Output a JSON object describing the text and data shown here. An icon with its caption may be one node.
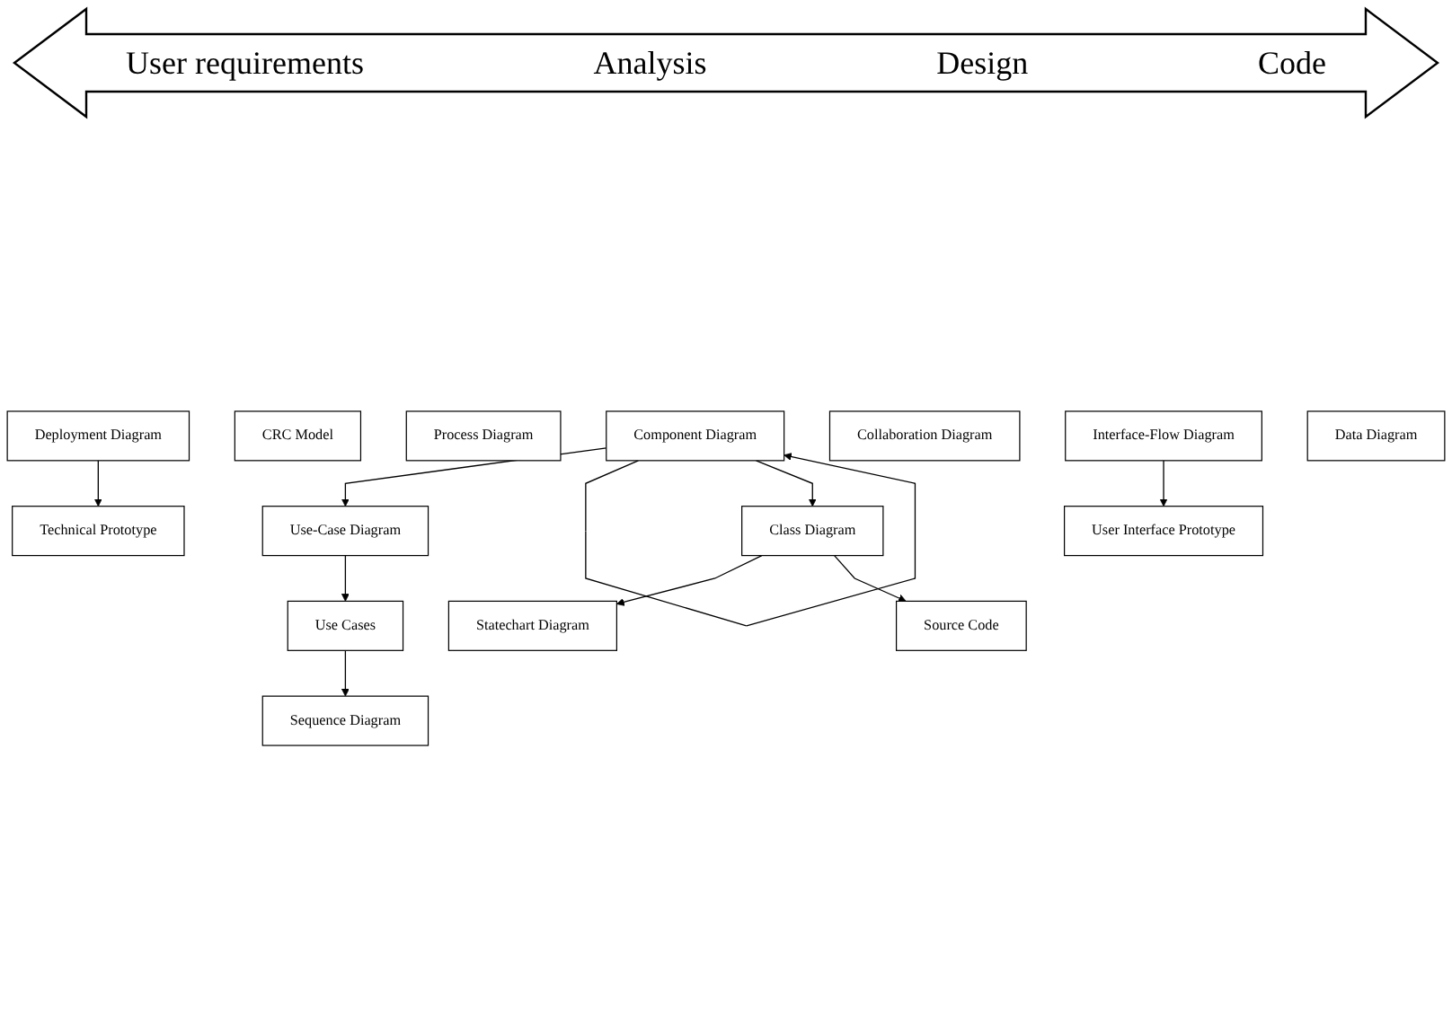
{
  "diagram": {
    "nodes": [
      {
        "text": [
          "Use-Case Diagram"
        ]
      },
      {
        "text": [
          "Component Diagram"
        ]
      },
      {
        "text": [
          "Class Diagram"
        ]
      },
      {
        "text": [
          "Statechart Diagram"
        ]
      },
      {
        "text": [
          "Use Cases"
        ]
      },
      {
        "text": [
          "Sequence Diagram"
        ]
      },
      {
        "text": [
          "Source Code"
        ]
      },
      {
        "text": [
          "CRC Model"
        ]
      },
      {
        "text": [
          "Process Diagram"
        ]
      },
      {
        "text": [
          "Deployment Diagram"
        ]
      },
      {
        "text": [
          "Collaboration Diagram"
        ]
      },
      {
        "text": [
          "Interface-Flow Diagram"
        ]
      },
      {
        "text": [
          "Technical Prototype"
        ]
      },
      {
        "text": [
          "Data Diagram"
        ]
      },
      {
        "text": [
          "User Interface Prototype"
        ]
      }
    ],
    "edges": [
      {
        "from": 1,
        "to": 0,
        "arrow": "to"
      },
      {
        "from": 1,
        "to": 1,
        "arrow": "to"
      },
      {
        "from": 1,
        "to": 2,
        "arrow": "to"
      },
      {
        "from": 2,
        "to": 3,
        "arrow": "to"
      },
      {
        "from": 0,
        "to": 4,
        "arrow": "to"
      },
      {
        "from": 4,
        "to": 5,
        "arrow": "to"
      },
      {
        "from": 2,
        "to": 6,
        "arrow": "to"
      },
      {
        "from": 9,
        "to": 12,
        "arrow": "to"
      },
      {
        "from": 11,
        "to": 14,
        "arrow": "to"
      }
    ],
    "labels": [
      "User requirements",
      "Analysis",
      "Design",
      "Code"
    ]
  }
}
